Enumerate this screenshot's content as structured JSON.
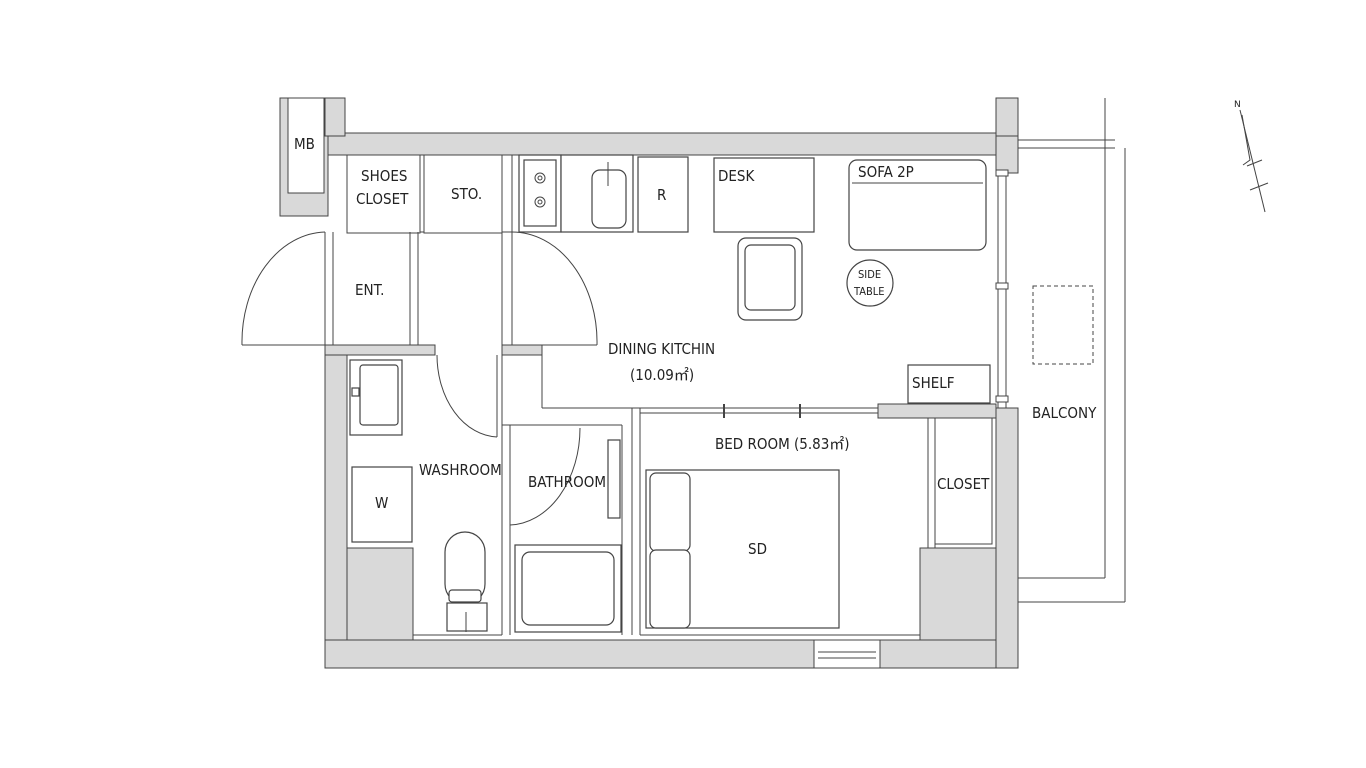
{
  "rooms": {
    "mb": "MB",
    "shoes_closet_1": "SHOES",
    "shoes_closet_2": "CLOSET",
    "storage": "STO.",
    "refrigerator": "R",
    "desk": "DESK",
    "sofa": "SOFA 2P",
    "side_table_1": "SIDE",
    "side_table_2": "TABLE",
    "entrance": "ENT.",
    "dining_kitchen": "DINING KITCHIN",
    "dining_kitchen_area": "(10.09㎡)",
    "shelf": "SHELF",
    "balcony": "BALCONY",
    "washroom": "WASHROOM",
    "washer": "W",
    "bathroom": "BATHROOM",
    "bedroom": "BED ROOM (5.83㎡)",
    "closet": "CLOSET",
    "bed": "SD"
  },
  "compass": {
    "north_label": "N"
  }
}
